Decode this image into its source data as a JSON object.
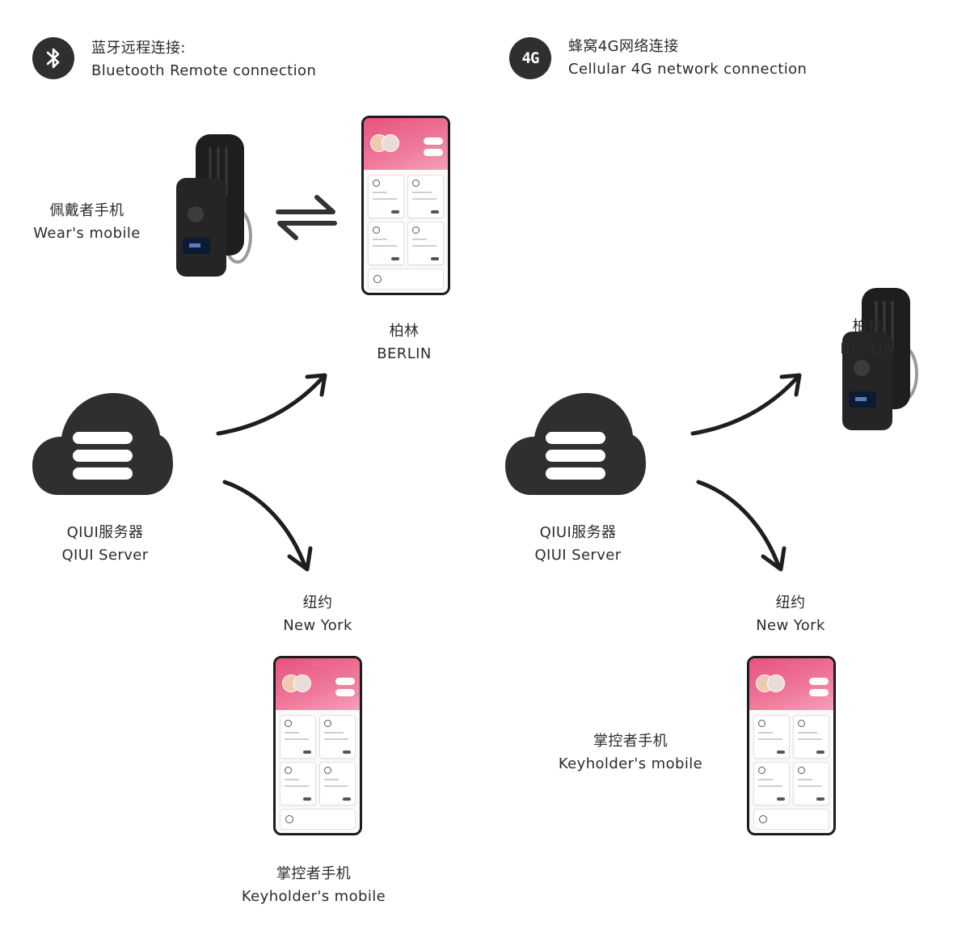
{
  "left": {
    "header": {
      "cn": "蓝牙远程连接:",
      "en": "Bluetooth Remote connection"
    },
    "wearer": {
      "cn": "佩戴者手机",
      "en": "Wear's mobile"
    },
    "berlin": {
      "cn": "柏林",
      "en": "BERLIN"
    },
    "server": {
      "cn": "QIUI服务器",
      "en": "QIUI Server"
    },
    "newyork": {
      "cn": "纽约",
      "en": "New York"
    },
    "keyholder": {
      "cn": "掌控者手机",
      "en": "Keyholder's mobile"
    }
  },
  "right": {
    "header": {
      "cn": "蜂窝4G网络连接",
      "en": "Cellular 4G network connection"
    },
    "badge": "4G",
    "berlin": {
      "cn": "柏林",
      "en": "BERLIN"
    },
    "server": {
      "cn": "QIUI服务器",
      "en": "QIUI Server"
    },
    "newyork": {
      "cn": "纽约",
      "en": "New York"
    },
    "keyholder": {
      "cn": "掌控者手机",
      "en": "Keyholder's mobile"
    }
  },
  "colors": {
    "dark": "#2f2f2f",
    "accent": "#e7527e"
  },
  "icons": {
    "bluetooth": "bluetooth-icon",
    "cellular": "4g-icon",
    "server": "cloud-server-icon",
    "swap": "swap-arrows-icon"
  }
}
